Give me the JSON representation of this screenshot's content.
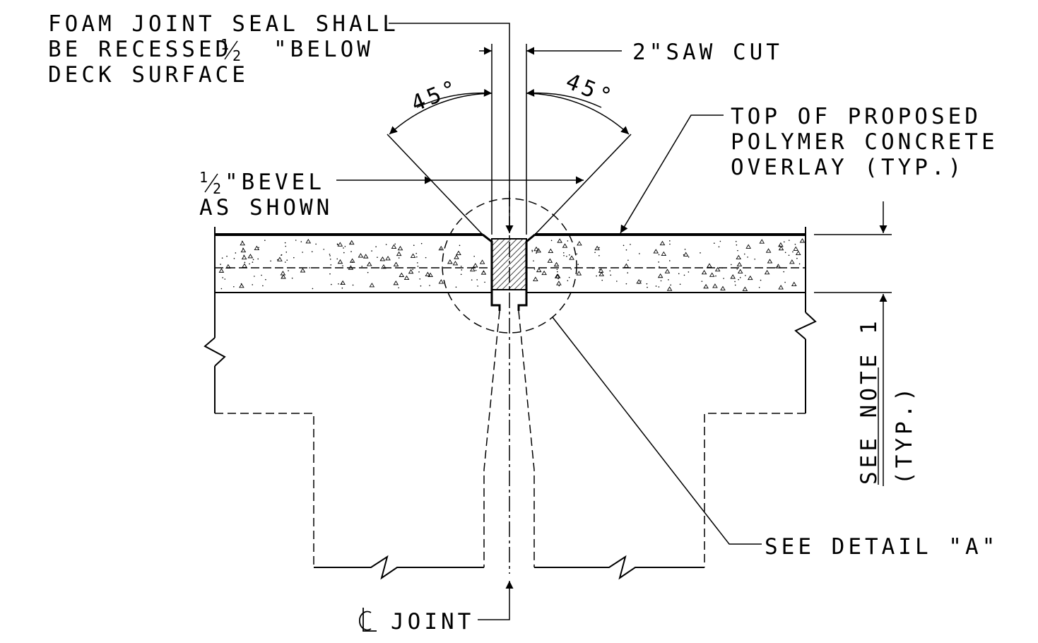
{
  "labels": {
    "foam_line1": "FOAM JOINT SEAL SHALL",
    "foam_line2_a": "BE RECESSED ",
    "foam_line2_b": "\"BELOW",
    "foam_line3": "DECK SURFACE",
    "saw_cut": "2\"SAW CUT",
    "angle_left": "45°",
    "angle_right": "45°",
    "overlay_line1": "TOP OF PROPOSED",
    "overlay_line2": "POLYMER CONCRETE",
    "overlay_line3": "OVERLAY (TYP.)",
    "bevel_line1": "\"BEVEL",
    "bevel_line2": "AS SHOWN",
    "see_note_line1": "SEE NOTE 1",
    "see_note_line2": "(TYP.)",
    "see_detail": "SEE DETAIL \"A\"",
    "joint": "JOINT",
    "fraction_num": "1",
    "fraction_den": "2"
  },
  "colors": {
    "line": "#000000",
    "background": "#ffffff"
  }
}
